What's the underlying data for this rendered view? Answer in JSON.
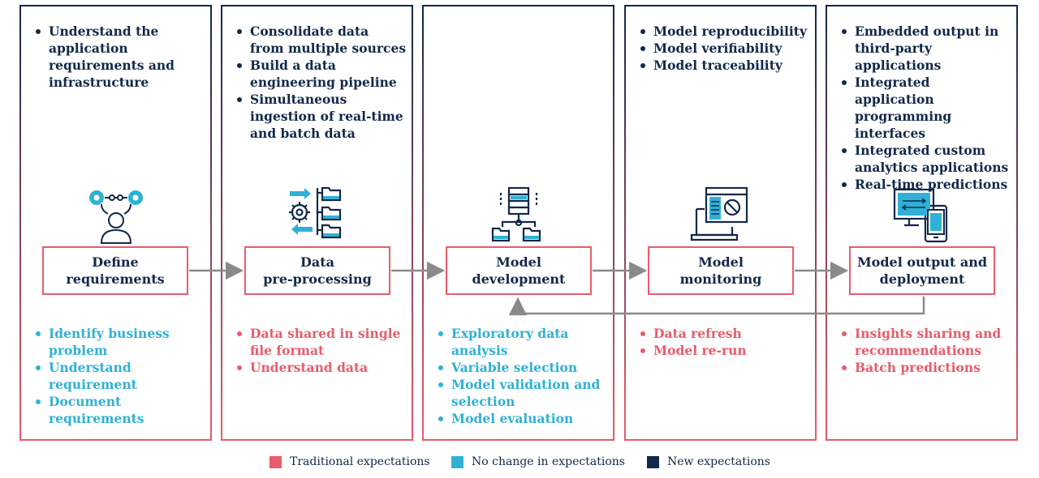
{
  "colors": {
    "traditional": "#e85c6b",
    "no_change": "#2fb1d6",
    "new": "#12284a",
    "arrow": "#8a8a8a"
  },
  "columns": [
    {
      "top_items": [
        "Understand the application requirements and infrastructure"
      ],
      "stage": "Define\nrequirements",
      "icon": "person-gears-icon",
      "bottom_items": [
        "Identify business problem",
        "Understand requirement",
        "Document requirements"
      ]
    },
    {
      "top_items": [
        "Consolidate data from multiple sources",
        "Build a data engineering pipeline",
        "Simultaneous ingestion of real-time and batch data"
      ],
      "stage": "Data\npre-processing",
      "icon": "gear-data-flow-icon",
      "bottom_items": [
        "Data shared in single file format",
        "Understand data"
      ]
    },
    {
      "top_items": [],
      "stage": "Model\ndevelopment",
      "icon": "database-hierarchy-icon",
      "bottom_items": [
        "Exploratory data analysis",
        "Variable selection",
        "Model validation and selection",
        "Model evaluation"
      ]
    },
    {
      "top_items": [
        "Model reproducibility",
        "Model verifiability",
        "Model traceability"
      ],
      "stage": "Model\nmonitoring",
      "icon": "laptop-monitor-icon",
      "bottom_items": [
        "Data refresh",
        "Model re-run"
      ]
    },
    {
      "top_items": [
        "Embedded output in third-party applications",
        "Integrated application programming interfaces",
        "Integrated custom analytics applications",
        "Real-time predictions"
      ],
      "stage": "Model output and\ndeployment",
      "icon": "desktop-mobile-icon",
      "bottom_items": [
        "Insights sharing and recommendations",
        "Batch predictions"
      ]
    }
  ],
  "legend": [
    {
      "label": "Traditional expectations",
      "color": "#e85c6b"
    },
    {
      "label": "No change in expectations",
      "color": "#2fb1d6"
    },
    {
      "label": "New expectations",
      "color": "#12284a"
    }
  ]
}
